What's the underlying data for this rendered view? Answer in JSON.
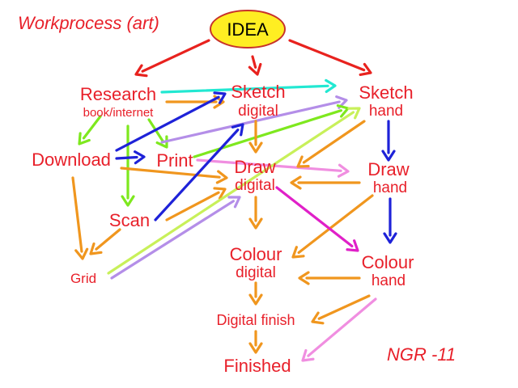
{
  "title": "Workprocess (art)",
  "signature": "NGR -11",
  "nodes": {
    "idea": "IDEA",
    "research": "Research",
    "research_sub": "book/internet",
    "sketch_digital_1": "Sketch",
    "sketch_digital_2": "digital",
    "sketch_hand_1": "Sketch",
    "sketch_hand_2": "hand",
    "download": "Download",
    "print": "Print",
    "draw_digital_1": "Draw",
    "draw_digital_2": "digital",
    "draw_hand_1": "Draw",
    "draw_hand_2": "hand",
    "scan": "Scan",
    "grid": "Grid",
    "colour_digital_1": "Colour",
    "colour_digital_2": "digital",
    "colour_hand_1": "Colour",
    "colour_hand_2": "hand",
    "digital_finish": "Digital finish",
    "finished": "Finished"
  },
  "colors": {
    "text": "#e8202a",
    "idea_fill": "#ffee22",
    "idea_stroke": "#c8322a",
    "red": "#e8221e",
    "orange": "#f0961e",
    "green": "#7ee81e",
    "blue": "#1e22d8",
    "cyan": "#22e8d2",
    "purple": "#b48ee8",
    "pink": "#f08ee0",
    "magenta": "#e020c8",
    "lime": "#c8f05a"
  }
}
